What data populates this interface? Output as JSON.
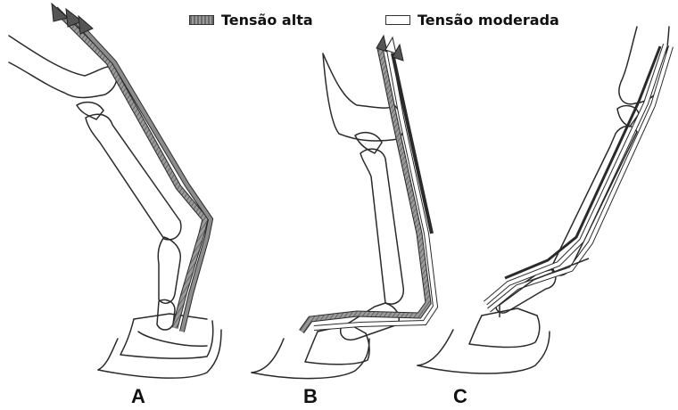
{
  "legend": {
    "high_tension": {
      "label": "Tensão alta",
      "swatch": "#7a7a7a"
    },
    "moderate_tension": {
      "label": "Tensão moderada",
      "swatch": "#ffffff"
    }
  },
  "panels": [
    {
      "label": "A"
    },
    {
      "label": "B"
    },
    {
      "label": "C"
    }
  ],
  "colors": {
    "outline": "#2a2a2a",
    "high_tension_fill": "#7a7a7a",
    "moderate_tension_fill": "#ffffff"
  }
}
